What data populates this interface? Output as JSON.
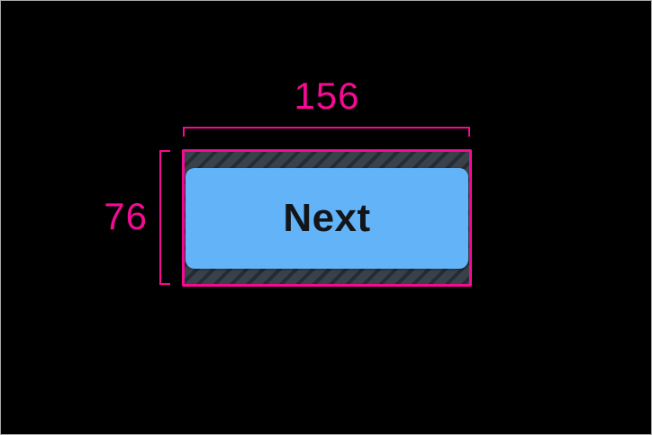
{
  "measurement_overlay": {
    "width_value": "156",
    "height_value": "76"
  },
  "button": {
    "label": "Next"
  },
  "colors": {
    "backdrop": "#000000",
    "frame-border": "#ABABAB",
    "accent-magenta": "#F50A93",
    "hatch-base": "#39424B",
    "hatch-stripe": "#262C33",
    "button-blue": "#63B3F8",
    "button-text": "#131619"
  }
}
